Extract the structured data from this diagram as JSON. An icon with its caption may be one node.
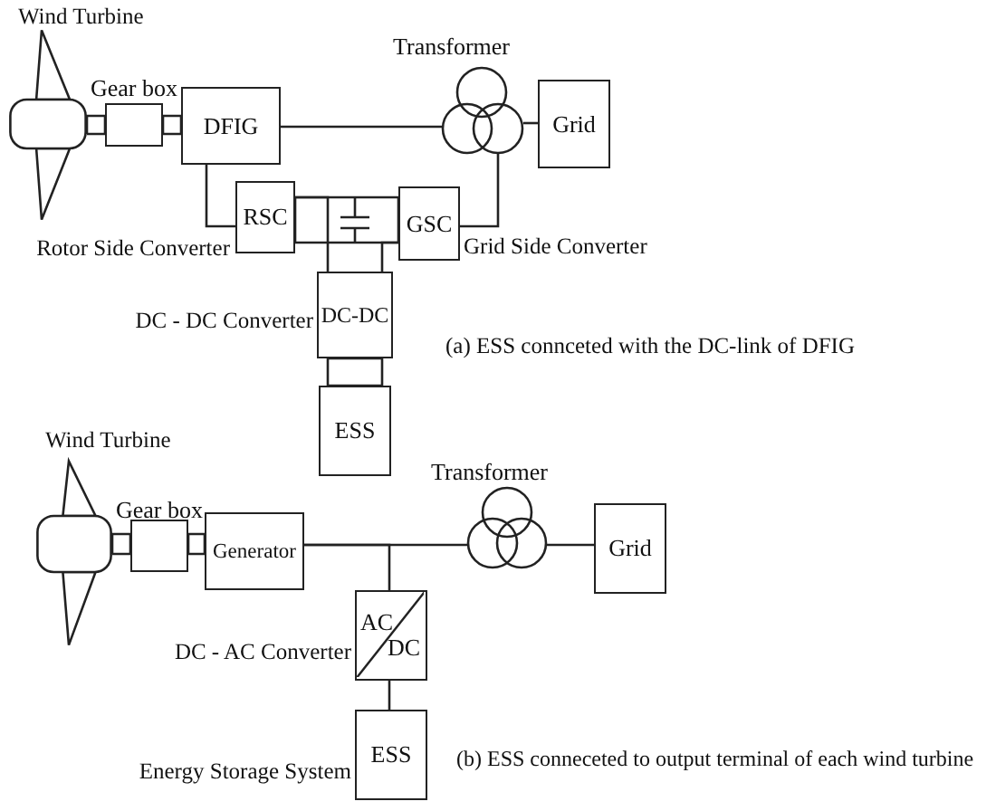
{
  "diagram": {
    "nodes": [
      {
        "text": [],
        "shape": "picture",
        "beside": [
          "Wind Turbine"
        ]
      },
      {
        "text": [
          "Gear box"
        ]
      },
      {
        "text": [
          "DFIG"
        ]
      },
      {
        "text": [
          "Transformer"
        ]
      },
      {
        "text": [
          "Grid"
        ]
      },
      {
        "text": [
          "RSC"
        ],
        "beside": [
          "Rotor Side Converter"
        ]
      },
      {
        "text": [
          "GSC"
        ],
        "beside": [
          "Grid Side Converter"
        ]
      },
      {
        "text": [
          "DC-DC"
        ],
        "beside": [
          "DC - DC Converter"
        ]
      },
      {
        "text": [
          "ESS"
        ]
      },
      {
        "text": [],
        "shape": "picture",
        "beside": [
          "Wind Turbine"
        ]
      },
      {
        "text": [
          "Gear box"
        ]
      },
      {
        "text": [
          "Generator"
        ]
      },
      {
        "text": [
          "Transformer"
        ]
      },
      {
        "text": [
          "Grid"
        ]
      },
      {
        "text": [
          "AC",
          "DC"
        ],
        "beside": [
          "DC - AC Converter"
        ]
      },
      {
        "text": [
          "ESS"
        ],
        "beside": [
          "Energy Storage System"
        ]
      }
    ],
    "edges": [
      {
        "from": 0,
        "to": 1,
        "arrow": "none"
      },
      {
        "from": 1,
        "to": 2,
        "arrow": "none"
      },
      {
        "from": 2,
        "to": 3,
        "arrow": "none"
      },
      {
        "from": 3,
        "to": 4,
        "arrow": "none"
      },
      {
        "from": 2,
        "to": 5,
        "arrow": "none"
      },
      {
        "from": 5,
        "to": 6,
        "arrow": "none"
      },
      {
        "from": 6,
        "to": 3,
        "arrow": "none"
      },
      {
        "from": 7,
        "to": 5,
        "arrow": "none"
      },
      {
        "from": 7,
        "to": 6,
        "arrow": "none"
      },
      {
        "from": 7,
        "to": 8,
        "arrow": "none"
      },
      {
        "from": 9,
        "to": 10,
        "arrow": "none"
      },
      {
        "from": 10,
        "to": 11,
        "arrow": "none"
      },
      {
        "from": 11,
        "to": 12,
        "arrow": "none"
      },
      {
        "from": 12,
        "to": 13,
        "arrow": "none"
      },
      {
        "from": 14,
        "to": 11,
        "arrow": "none"
      },
      {
        "from": 14,
        "to": 15,
        "arrow": "none"
      }
    ],
    "labels": [
      "(a) ESS connceted with the DC-link of DFIG",
      "(b) ESS conneceted to output terminal of each wind turbine"
    ]
  }
}
